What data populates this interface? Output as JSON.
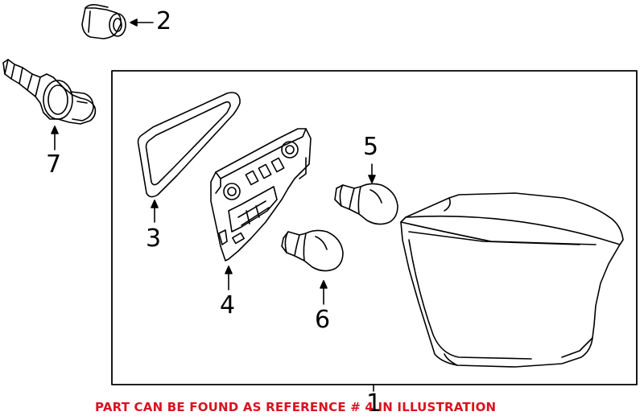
{
  "callouts": {
    "c1": "1",
    "c2": "2",
    "c3": "3",
    "c4": "4",
    "c5": "5",
    "c6": "6",
    "c7": "7"
  },
  "footer": {
    "note": "PART CAN BE FOUND AS REFERENCE # 4 IN ILLUSTRATION",
    "color": "#d9121f"
  },
  "parts": [
    {
      "ref": "1",
      "name": "tail-lamp-housing-icon"
    },
    {
      "ref": "2",
      "name": "clip-icon"
    },
    {
      "ref": "3",
      "name": "gasket-icon"
    },
    {
      "ref": "4",
      "name": "bulb-socket-plate-icon"
    },
    {
      "ref": "5",
      "name": "bulb-icon"
    },
    {
      "ref": "6",
      "name": "bulb-icon"
    },
    {
      "ref": "7",
      "name": "bulb-socket-icon"
    }
  ]
}
